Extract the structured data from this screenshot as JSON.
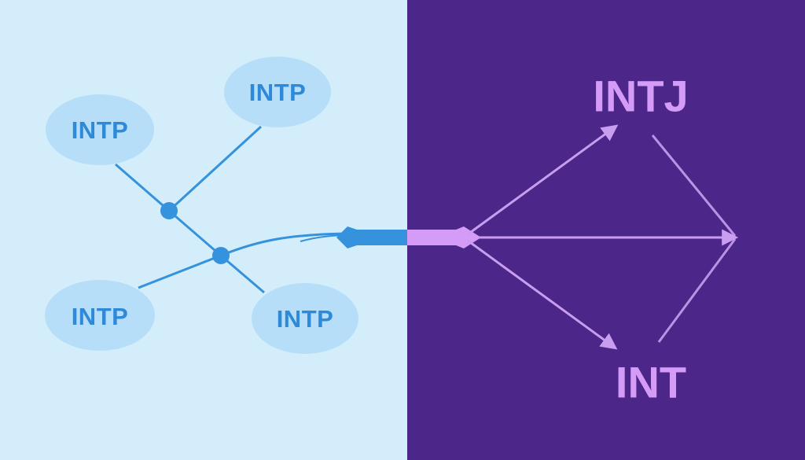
{
  "colors": {
    "left_background": "#d3edfb",
    "right_background": "#4c2789",
    "left_accent": "#3592dc",
    "node_fill": "#b6def8",
    "right_accent": "#d49cf7"
  },
  "left_panel": {
    "nodes": [
      {
        "label": "INTP",
        "position": "top-left"
      },
      {
        "label": "INTP",
        "position": "top-right"
      },
      {
        "label": "INTP",
        "position": "bottom-left"
      },
      {
        "label": "INTP",
        "position": "bottom-right"
      }
    ]
  },
  "right_panel": {
    "outputs": [
      {
        "label": "INTJ",
        "position": "top"
      },
      {
        "label": "INT",
        "position": "bottom"
      }
    ]
  }
}
